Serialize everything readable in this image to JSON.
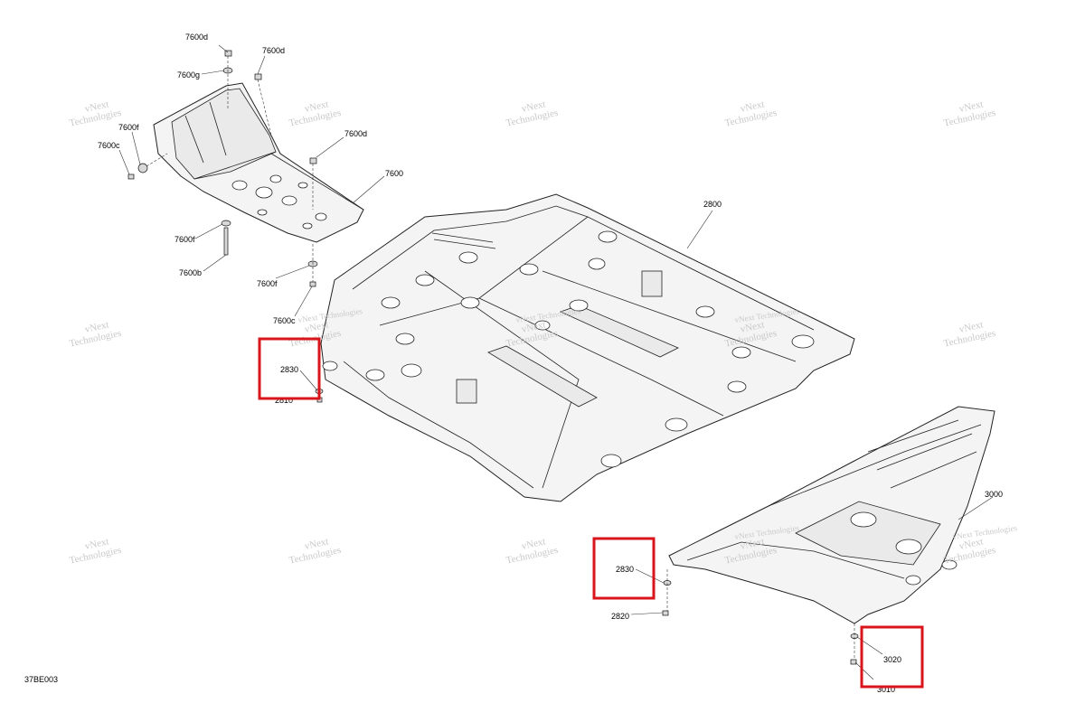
{
  "labels": {
    "l7600d_a": "7600d",
    "l7600d_b": "7600d",
    "l7600g": "7600g",
    "l7600f_a": "7600f",
    "l7600c_a": "7600c",
    "l7600d_c": "7600d",
    "l7600": "7600",
    "l7600f_b": "7600f",
    "l7600b": "7600b",
    "l7600f_c": "7600f",
    "l7600c_b": "7600c",
    "l2800": "2800",
    "l2830_a": "2830",
    "l2810": "2810",
    "l3000": "3000",
    "l2830_b": "2830",
    "l2820": "2820",
    "l3020": "3020",
    "l3010": "3010",
    "code": "37BE003"
  },
  "watermark": {
    "line1": "vNext",
    "line2": "Technologies",
    "combined": "vNext Technologies"
  },
  "highlight_color": "#d9151b"
}
